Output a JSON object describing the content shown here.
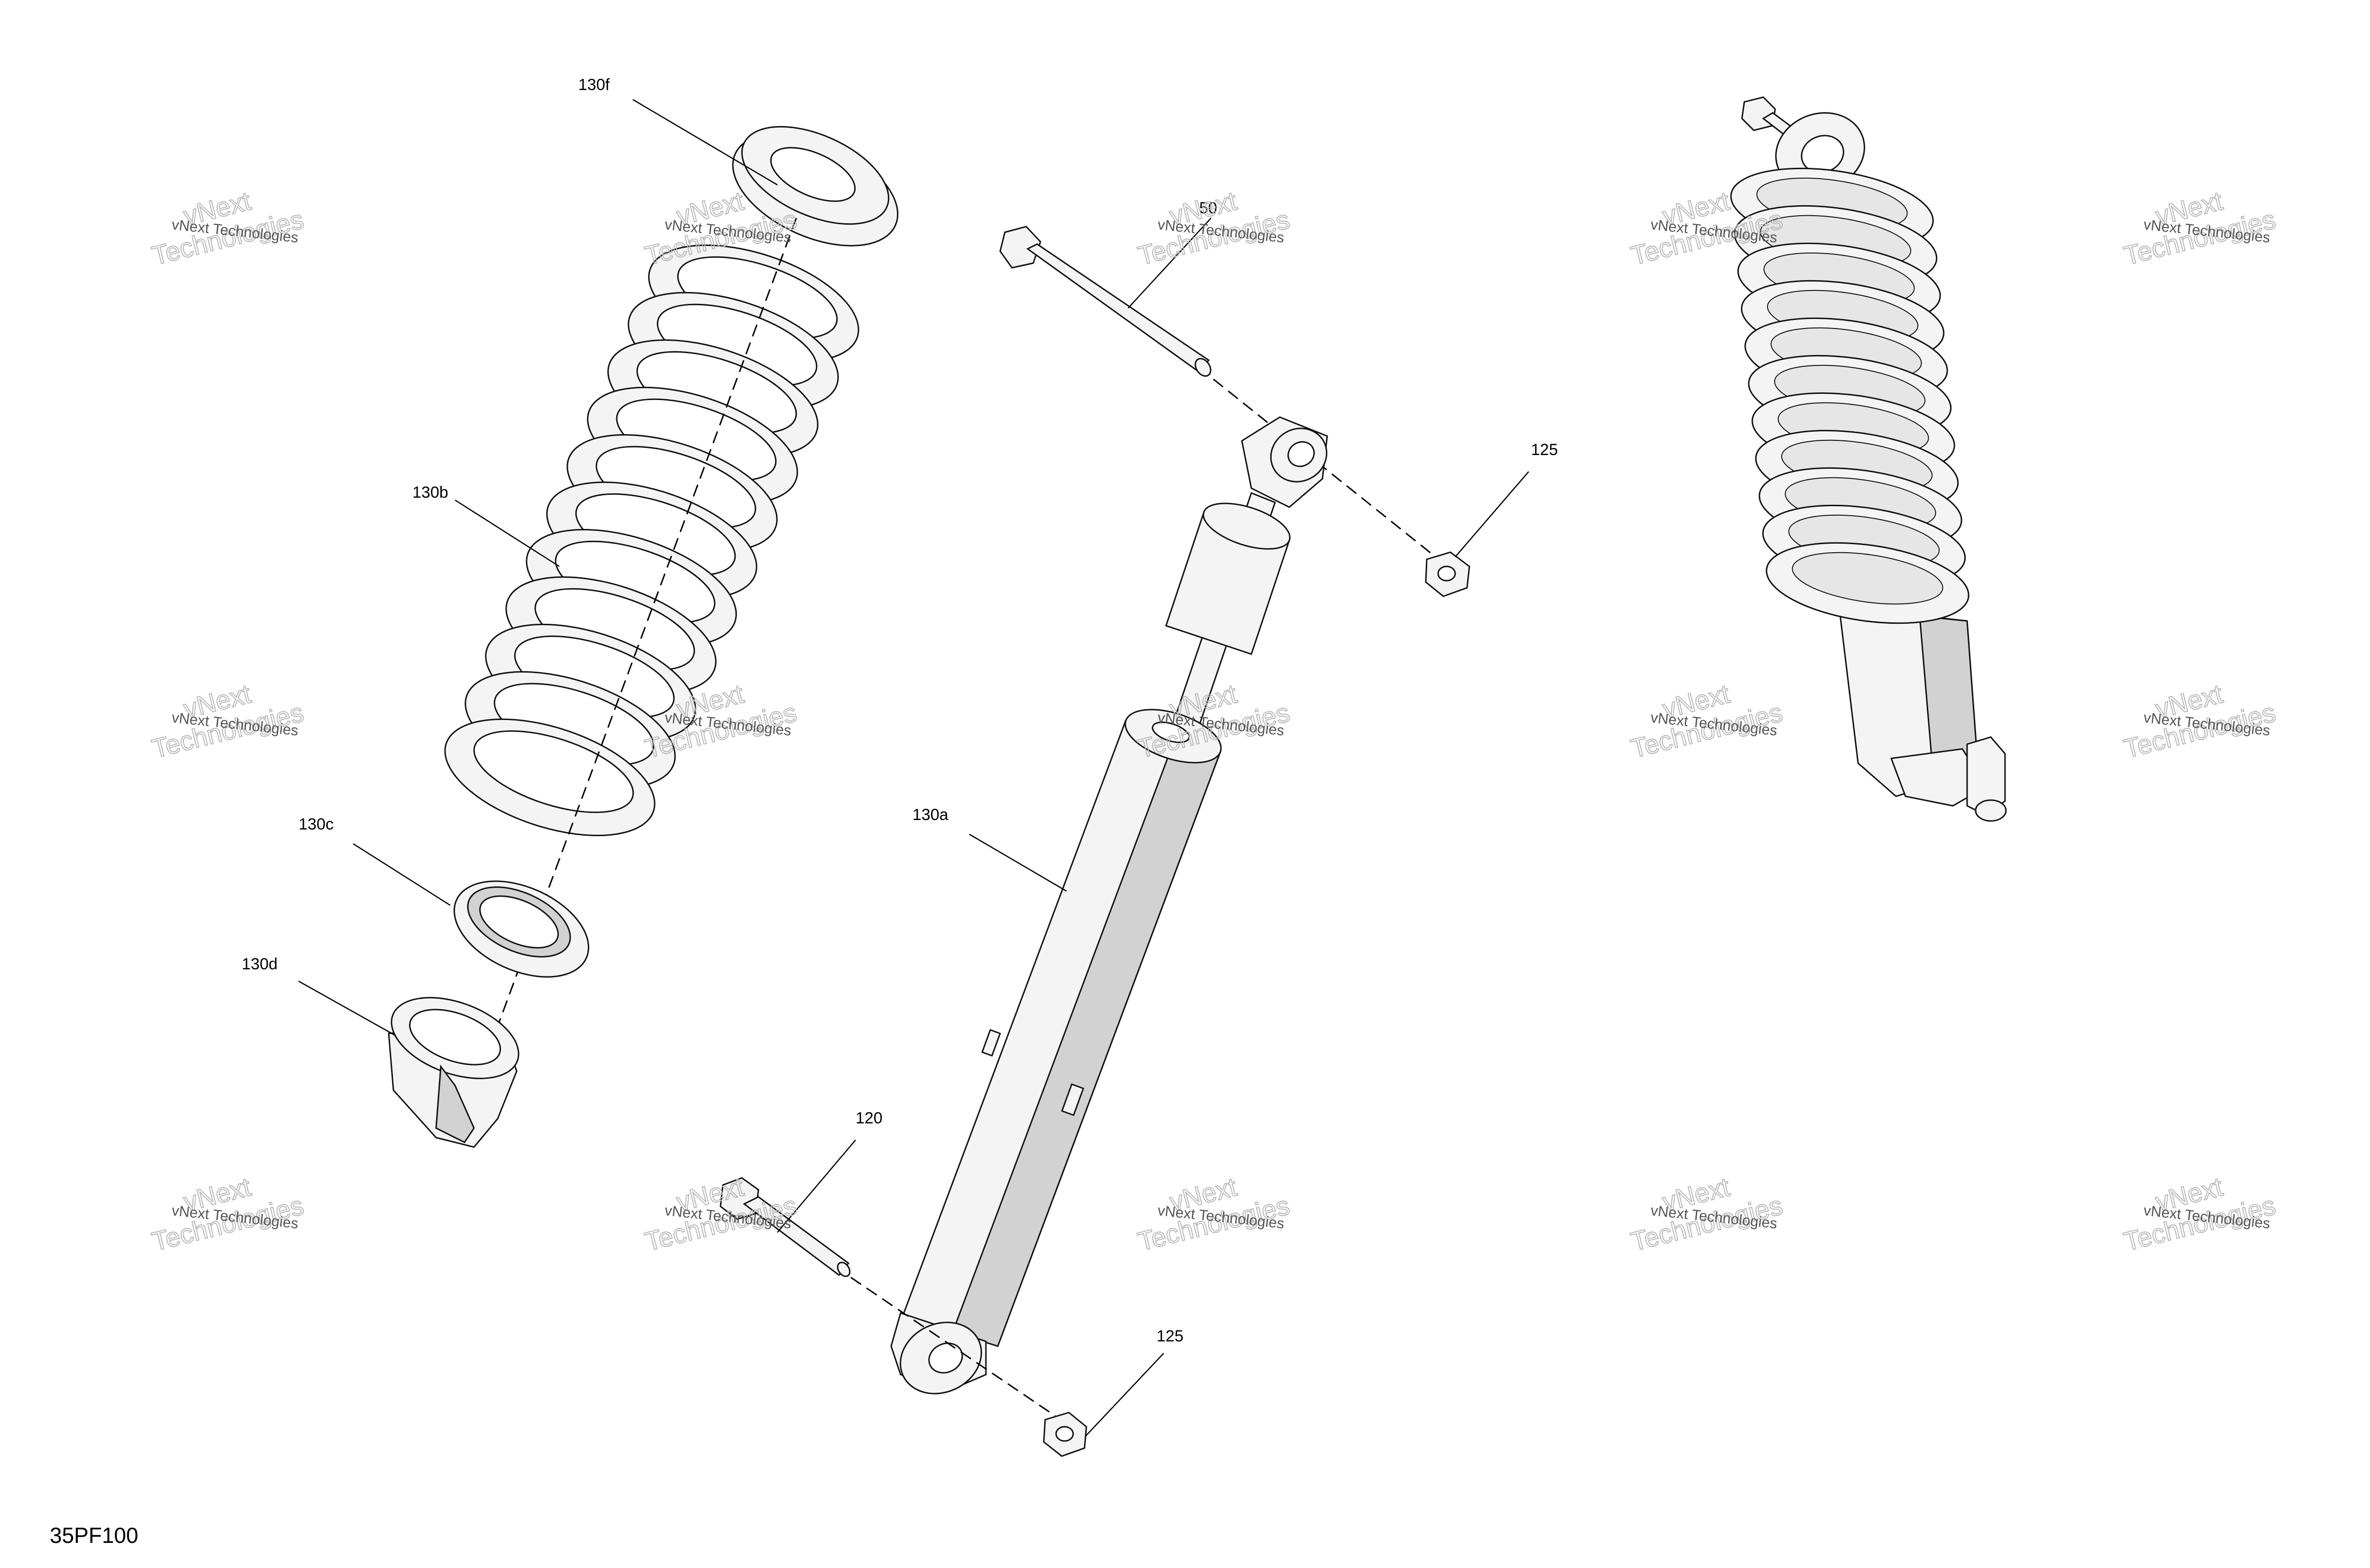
{
  "figure_id": "35PF100",
  "callouts": {
    "c130f": "130f",
    "c130b": "130b",
    "c130c": "130c",
    "c130d": "130d",
    "c130a": "130a",
    "c120": "120",
    "c50": "50",
    "c125_top": "125",
    "c125_bottom": "125"
  },
  "watermark": {
    "small": "vNext Technologies",
    "big_line1": "vNext",
    "big_line2": "Technologies"
  }
}
